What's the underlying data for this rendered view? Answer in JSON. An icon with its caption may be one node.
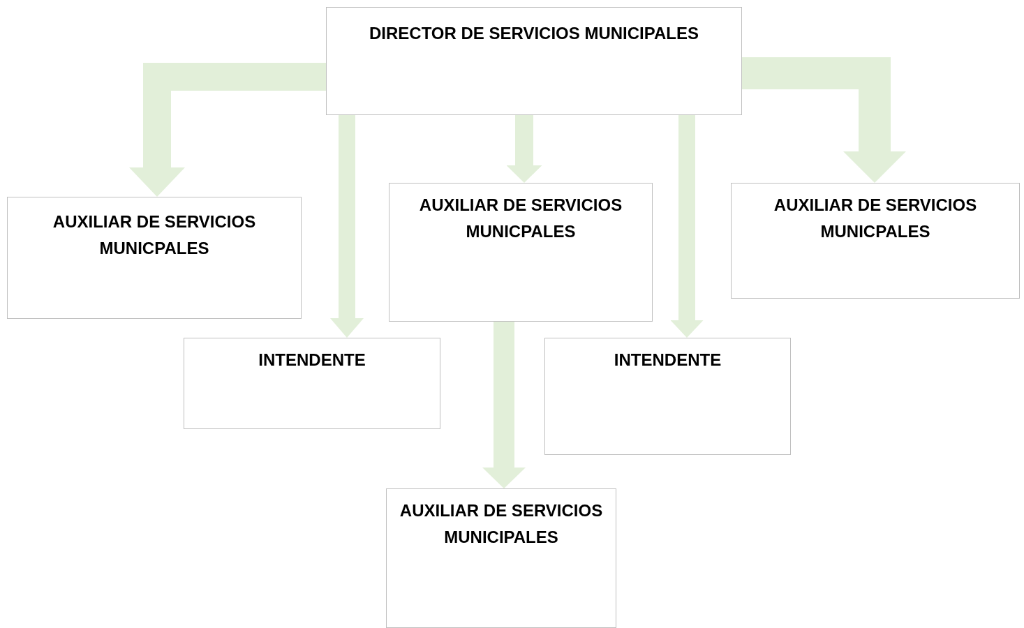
{
  "diagram": {
    "nodes": [
      {
        "text": [
          "DIRECTOR DE SERVICIOS MUNICIPALES"
        ]
      },
      {
        "text": [
          "AUXILIAR DE SERVICIOS MUNICPALES"
        ]
      },
      {
        "text": [
          "AUXILIAR DE SERVICIOS MUNICPALES"
        ]
      },
      {
        "text": [
          "AUXILIAR DE SERVICIOS MUNICPALES"
        ]
      },
      {
        "text": [
          "INTENDENTE"
        ]
      },
      {
        "text": [
          "INTENDENTE"
        ]
      },
      {
        "text": [
          "AUXILIAR DE SERVICIOS MUNICIPALES"
        ]
      }
    ],
    "edges": [
      {
        "from": 0,
        "to": 1,
        "arrow": "to"
      },
      {
        "from": 0,
        "to": 4,
        "arrow": "to"
      },
      {
        "from": 0,
        "to": 2,
        "arrow": "to"
      },
      {
        "from": 0,
        "to": 5,
        "arrow": "to"
      },
      {
        "from": 0,
        "to": 3,
        "arrow": "to"
      },
      {
        "from": 2,
        "to": 6,
        "arrow": "to"
      }
    ]
  }
}
